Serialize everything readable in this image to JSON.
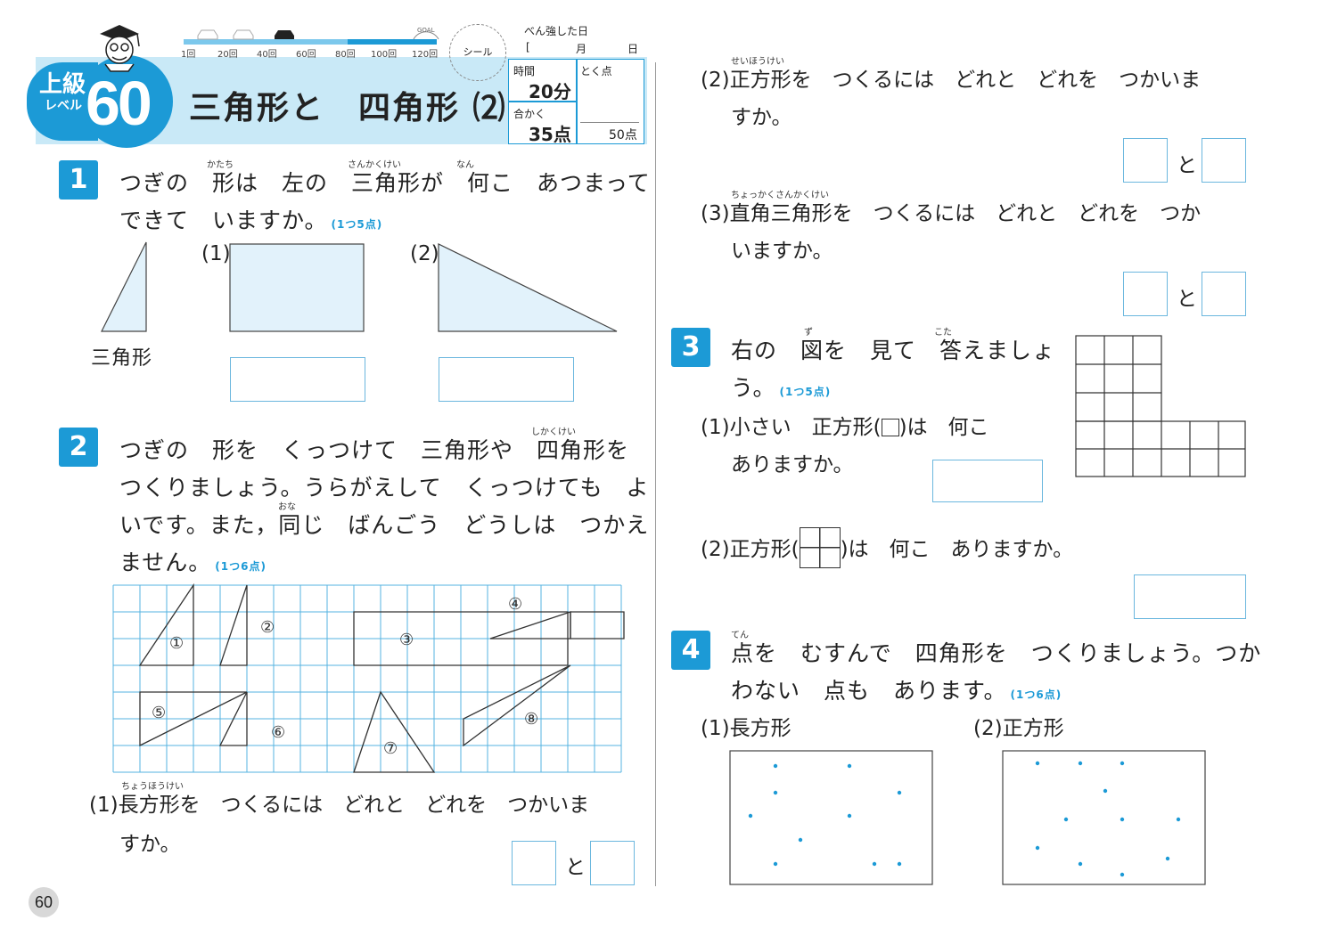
{
  "header": {
    "level_label": "上級",
    "level_word": "レベル",
    "level_number": "60",
    "title": "三角形と　四角形 ⑵",
    "seal_label": "シール",
    "progress_ticks": [
      "1回",
      "20回",
      "40回",
      "60回",
      "80回",
      "100回",
      "120回"
    ],
    "goal_label": "GOAL",
    "study_date_label": "べん強した日",
    "month_label": "月",
    "day_label": "日",
    "time_label": "時間",
    "time_value": "20分",
    "pass_label": "合かく",
    "pass_value": "35点",
    "score_label": "とく点",
    "max_score": "50点",
    "colors": {
      "accent": "#1c9ad6",
      "band": "#c9e9f7",
      "box_border": "#6bb7de",
      "grid": "#1c9ad6"
    }
  },
  "page_number": "60",
  "q1": {
    "number": "1",
    "line1": "つぎの　形は　左の　三角形が　何こ　あつまって",
    "line2": "できて　いますか。",
    "points": "(1つ5点)",
    "ruby_katachi": "かたち",
    "ruby_sankakukei": "さんかくけい",
    "ruby_nan": "なん",
    "sample_label": "三角形",
    "sub1": "(1)",
    "sub2": "(2)"
  },
  "q2": {
    "number": "2",
    "line1": "つぎの　形を　くっつけて　三角形や　四角形を",
    "line2": "つくりましょう。うらがえして　くっつけても　よ",
    "line3": "いです。また，同じ　ばんごう　どうしは　つかえ",
    "line4": "ません。",
    "points": "(1つ6点)",
    "ruby_shikakukei": "しかくけい",
    "ruby_onaji": "おな",
    "shape_labels": [
      "①",
      "②",
      "③",
      "④",
      "⑤",
      "⑥",
      "⑦",
      "⑧"
    ],
    "sub1_ruby": "ちょうほうけい",
    "sub1_line1": "(1)長方形を　つくるには　どれと　どれを　つかいま",
    "sub1_line2": "すか。",
    "to": "と"
  },
  "q2_right": {
    "sub2_ruby": "せいほうけい",
    "sub2_line1": "(2)正方形を　つくるには　どれと　どれを　つかいま",
    "sub2_line2": "すか。",
    "sub3_ruby": "ちょっかくさんかくけい",
    "sub3_line1": "(3)直角三角形を　つくるには　どれと　どれを　つか",
    "sub3_line2": "いますか。",
    "to": "と"
  },
  "q3": {
    "number": "3",
    "line1": "右の　図を　見て　答えましょ",
    "line2": "う。",
    "points": "(1つ5点)",
    "ruby_zu": "ず",
    "ruby_kota": "こた",
    "sub1_a": "(1)小さい　正方形(",
    "sub1_b": ")は　何こ",
    "sub1_line2": "ありますか。",
    "sub2_a": "(2)正方形(",
    "sub2_b": ")は　何こ　ありますか。"
  },
  "q4": {
    "number": "4",
    "ruby_ten": "てん",
    "line1": "点を　むすんで　四角形を　つくりましょう。つか",
    "line2": "わない　点も　あります。",
    "points": "(1つ6点)",
    "sub1": "(1)長方形",
    "sub2": "(2)正方形"
  }
}
